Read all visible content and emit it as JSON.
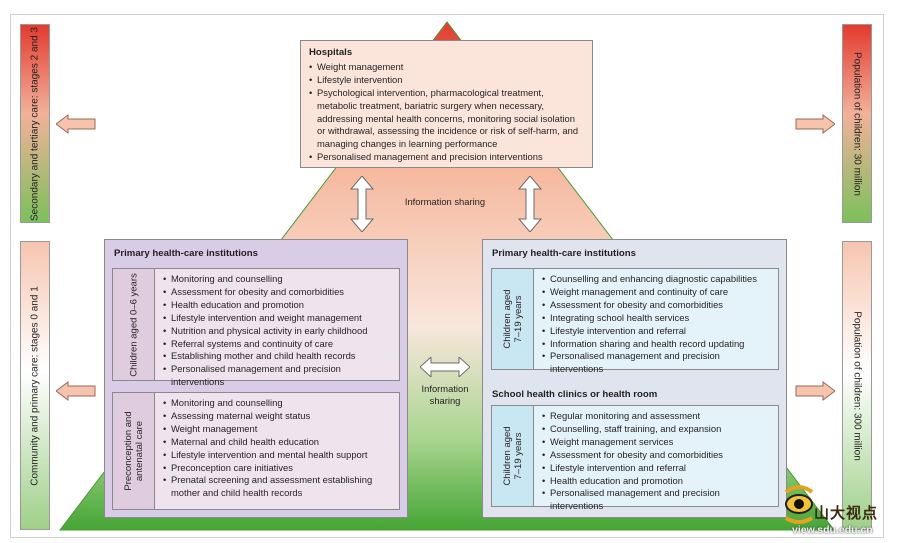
{
  "colors": {
    "hospital_box": "#fbe5da",
    "primary_left_panel": "#d8cce6",
    "primary_right_panel": "#dfe4ef",
    "top_red": "#e23b2e",
    "bottom_green": "#5bb03a",
    "arrow_fill": "#f6c3ad"
  },
  "side_bars": {
    "left_top": "Secondary and tertiary care: stages 2 and 3",
    "left_bottom": "Community and primary care: stages 0 and 1",
    "right_top": "Population of children: 30 million",
    "right_bottom": "Population of children: 300 million"
  },
  "hospitals": {
    "title": "Hospitals",
    "items": [
      "Weight management",
      "Lifestyle intervention",
      "Psychological intervention, pharmacological treatment, metabolic treatment, bariatric surgery when necessary, addressing mental health concerns, monitoring social isolation or withdrawal, assessing the incidence or risk of self-harm, and managing changes in learning performance",
      "Personalised management and precision interventions"
    ]
  },
  "information_sharing_top": "Information sharing",
  "information_sharing_middle_line1": "Information",
  "information_sharing_middle_line2": "sharing",
  "left_panel": {
    "title": "Primary health-care institutions",
    "children_0_6": {
      "tab_line1": "Children aged 0–6 years",
      "items": [
        "Monitoring and counselling",
        "Assessment for obesity and comorbidities",
        "Health education and promotion",
        "Lifestyle intervention and weight management",
        "Nutrition and physical activity in early childhood",
        "Referral systems and continuity of care",
        "Establishing mother and child health records",
        "Personalised management and precision interventions"
      ]
    },
    "preconception": {
      "tab_line1": "Preconception and",
      "tab_line2": "antenatal care",
      "items": [
        "Monitoring and counselling",
        "Assessing maternal weight status",
        "Weight management",
        "Maternal and child health education",
        "Lifestyle intervention and mental health support",
        "Preconception care initiatives",
        "Prenatal screening and assessment establishing mother and child health records"
      ]
    }
  },
  "right_panel": {
    "title": "Primary health-care institutions",
    "children_7_19": {
      "tab_line1": "Children aged",
      "tab_line2": "7–19 years",
      "items": [
        "Counselling and enhancing diagnostic capabilities",
        "Weight management and continuity of care",
        "Assessment for obesity and comorbidities",
        "Integrating school health services",
        "Lifestyle intervention and referral",
        "Information sharing and health record updating",
        "Personalised management and precision interventions"
      ]
    },
    "school_title": "School health clinics or health room",
    "school": {
      "tab_line1": "Children aged",
      "tab_line2": "7–19 years",
      "items": [
        "Regular monitoring and assessment",
        "Counselling, staff training, and expansion",
        "Weight management services",
        "Assessment for obesity and comorbidities",
        "Lifestyle intervention and referral",
        "Health education and promotion",
        "Personalised management and precision interventions"
      ]
    }
  },
  "watermark": {
    "name": "山大视点",
    "url": "view.sdu.edu.cn"
  }
}
